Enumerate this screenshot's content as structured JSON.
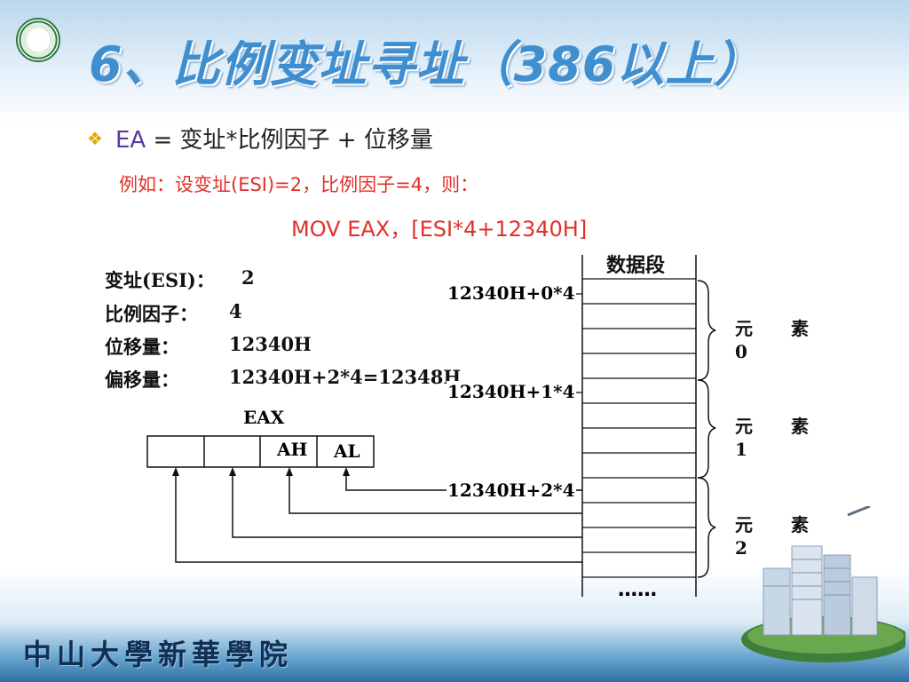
{
  "header": {
    "title": "6、比例变址寻址（386以上）",
    "logo_alt": "university-seal"
  },
  "content": {
    "bullet_icon": "diamond-bullet-icon",
    "formula_ea": "EA",
    "formula_rest": " = 变址*比例因子 + 位移量",
    "example": "例如：设变址(ESI)=2，比例因子=4，则：",
    "instruction": "MOV    EAX，[ESI*4+12340H]"
  },
  "info": {
    "index": {
      "label": "变址(ESI)：",
      "value": "2"
    },
    "scale": {
      "label": "比例因子：",
      "value": "4"
    },
    "disp": {
      "label": "位移量：",
      "value": "12340H"
    },
    "offset": {
      "label": "偏移量：",
      "value": "12340H+2*4=12348H"
    }
  },
  "register": {
    "name": "EAX",
    "ah": "AH",
    "al": "AL"
  },
  "memory": {
    "segment_title": "数据段",
    "addresses": [
      "12340H+0*4",
      "12340H+1*4",
      "12340H+2*4"
    ],
    "elements": [
      {
        "label": "元 素",
        "index": "0"
      },
      {
        "label": "元 素",
        "index": "1"
      },
      {
        "label": "元 素",
        "index": "2"
      }
    ],
    "continuation": "……"
  },
  "footer": {
    "text": "中山大學新華學院"
  },
  "colors": {
    "title": "#3f8fd0",
    "example_text": "#e0302a",
    "bullet": "#e0a800",
    "footer_text": "#0f2f55"
  }
}
